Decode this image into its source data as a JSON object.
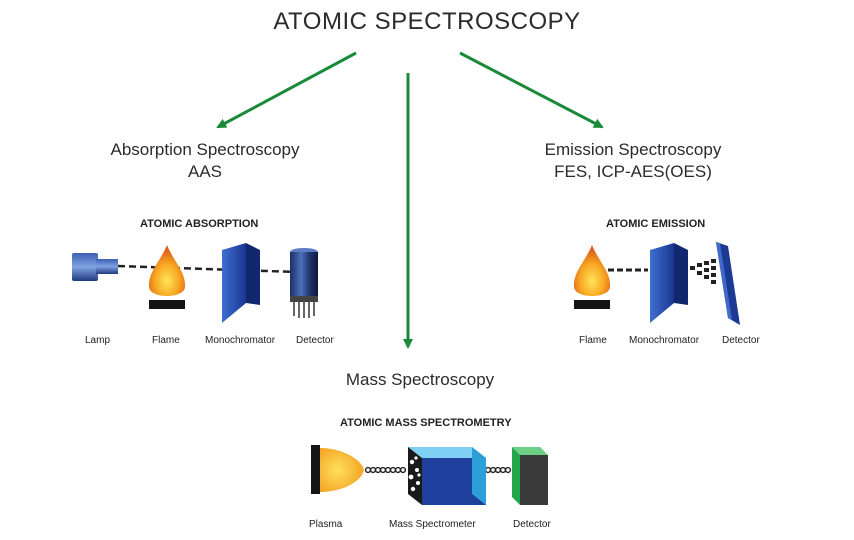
{
  "title": "ATOMIC SPECTROSCOPY",
  "colors": {
    "arrow": "#1a8a3a",
    "prism": "#1f3f9c",
    "flame": "#f39a1f",
    "cyan": "#29a8e0",
    "green": "#22a84a"
  },
  "absorption": {
    "heading_line1": "Absorption Spectroscopy",
    "heading_line2": "AAS",
    "diagram_title": "ATOMIC ABSORPTION",
    "labels": [
      "Lamp",
      "Flame",
      "Monochromator",
      "Detector"
    ]
  },
  "emission": {
    "heading_line1": "Emission Spectroscopy",
    "heading_line2": "FES, ICP-AES(OES)",
    "diagram_title": "ATOMIC EMISSION",
    "labels": [
      "Flame",
      "Monochromator",
      "Detector"
    ]
  },
  "mass": {
    "heading": "Mass Spectroscopy",
    "diagram_title": "ATOMIC MASS SPECTROMETRY",
    "labels": [
      "Plasma",
      "Mass Spectrometer",
      "Detector"
    ]
  }
}
